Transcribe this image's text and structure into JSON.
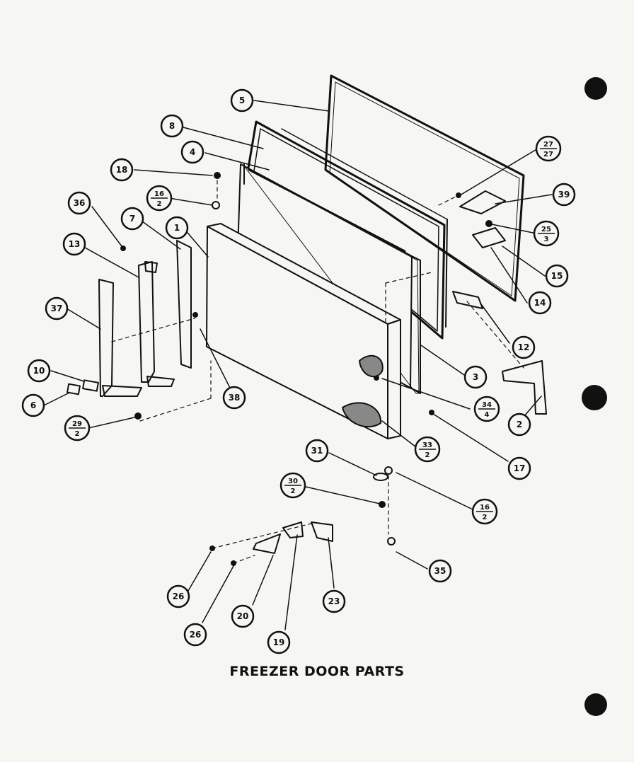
{
  "title": "FREEZER DOOR PARTS",
  "callouts": [
    {
      "id": "c5",
      "top": "5"
    },
    {
      "id": "c8",
      "top": "8"
    },
    {
      "id": "c4",
      "top": "4"
    },
    {
      "id": "c18",
      "top": "18"
    },
    {
      "id": "c16a",
      "top": "16",
      "bottom": "2"
    },
    {
      "id": "c36",
      "top": "36"
    },
    {
      "id": "c7",
      "top": "7"
    },
    {
      "id": "c1",
      "top": "1"
    },
    {
      "id": "c13",
      "top": "13"
    },
    {
      "id": "c37",
      "top": "37"
    },
    {
      "id": "c10",
      "top": "10"
    },
    {
      "id": "c6",
      "top": "6"
    },
    {
      "id": "c29",
      "top": "29",
      "bottom": "2"
    },
    {
      "id": "c38",
      "top": "38"
    },
    {
      "id": "c27",
      "top": "27",
      "bottom": "27"
    },
    {
      "id": "c39",
      "top": "39"
    },
    {
      "id": "c25",
      "top": "25",
      "bottom": "3"
    },
    {
      "id": "c15",
      "top": "15"
    },
    {
      "id": "c14",
      "top": "14"
    },
    {
      "id": "c12",
      "top": "12"
    },
    {
      "id": "c3",
      "top": "3"
    },
    {
      "id": "c34",
      "top": "34",
      "bottom": "4"
    },
    {
      "id": "c2",
      "top": "2"
    },
    {
      "id": "c17",
      "top": "17"
    },
    {
      "id": "c33",
      "top": "33",
      "bottom": "2"
    },
    {
      "id": "c31",
      "top": "31"
    },
    {
      "id": "c30",
      "top": "30",
      "bottom": "2"
    },
    {
      "id": "c16b",
      "top": "16",
      "bottom": "2"
    },
    {
      "id": "c35",
      "top": "35"
    },
    {
      "id": "c26a",
      "top": "26"
    },
    {
      "id": "c26b",
      "top": "26"
    },
    {
      "id": "c20",
      "top": "20"
    },
    {
      "id": "c19",
      "top": "19"
    },
    {
      "id": "c23",
      "top": "23"
    }
  ]
}
